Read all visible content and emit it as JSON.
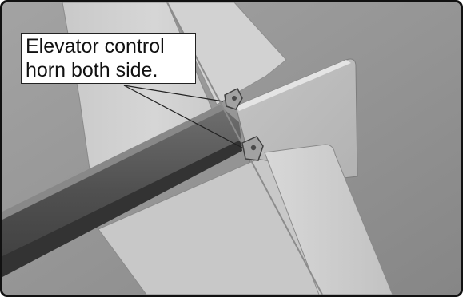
{
  "callout": {
    "line1": "Elevator control",
    "line2": "horn both side."
  },
  "image": {
    "subject": "model-airplane-tail-elevator-control-horns",
    "frame_color": "#111111",
    "background_color": "#909090",
    "callout_background": "#ffffff"
  }
}
